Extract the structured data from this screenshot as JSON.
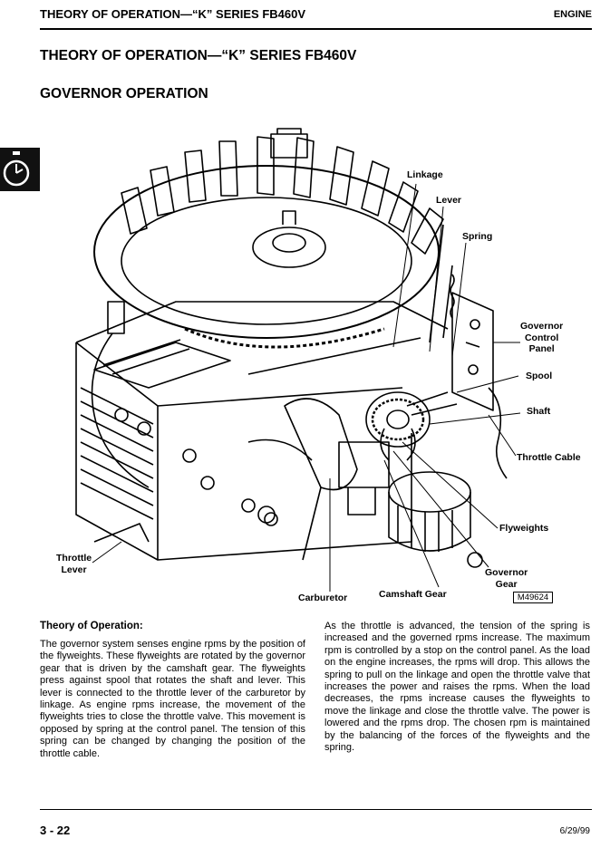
{
  "header": {
    "title": "THEORY OF OPERATION—“K” SERIES FB460V",
    "section": "ENGINE"
  },
  "page_title": "THEORY OF OPERATION—“K” SERIES FB460V",
  "subtitle": "GOVERNOR OPERATION",
  "figure": {
    "callouts": {
      "linkage": "Linkage",
      "lever": "Lever",
      "spring": "Spring",
      "governor_control_panel": [
        "Governor",
        "Control",
        "Panel"
      ],
      "spool": "Spool",
      "shaft": "Shaft",
      "throttle_cable": "Throttle Cable",
      "flyweights": "Flyweights",
      "governor_gear": [
        "Governor",
        "Gear"
      ],
      "camshaft_gear": "Camshaft Gear",
      "carburetor": "Carburetor",
      "throttle_lever": [
        "Throttle",
        "Lever"
      ]
    },
    "figure_id": "M49624"
  },
  "body": {
    "subheading": "Theory of Operation:",
    "left_paragraph": "The governor system senses engine rpms by the position of the flyweights. These flyweights are rotated by the governor gear that is driven by the camshaft gear. The flyweights press against spool that rotates the shaft and lever. This lever is connected to the throttle lever of the carburetor by linkage. As engine rpms increase, the movement of the flyweights tries to close the throttle valve. This movement is opposed by spring at the control panel. The tension of this spring can be changed by changing the position of the throttle cable.",
    "right_paragraph": "As the throttle is advanced, the tension of the spring is increased and the governed rpms increase. The maximum rpm is controlled by a stop on the control panel. As the load on the engine increases, the rpms will drop. This allows the spring to pull on the linkage and open the throttle valve that increases the power and raises the rpms. When the load decreases, the rpms increase causes the flyweights to move the linkage and close the throttle valve. The power is lowered and the rpms drop. The chosen rpm is maintained by the balancing of the forces of the flyweights and the spring."
  },
  "footer": {
    "page_number": "3 - 22",
    "date": "6/29/99"
  }
}
